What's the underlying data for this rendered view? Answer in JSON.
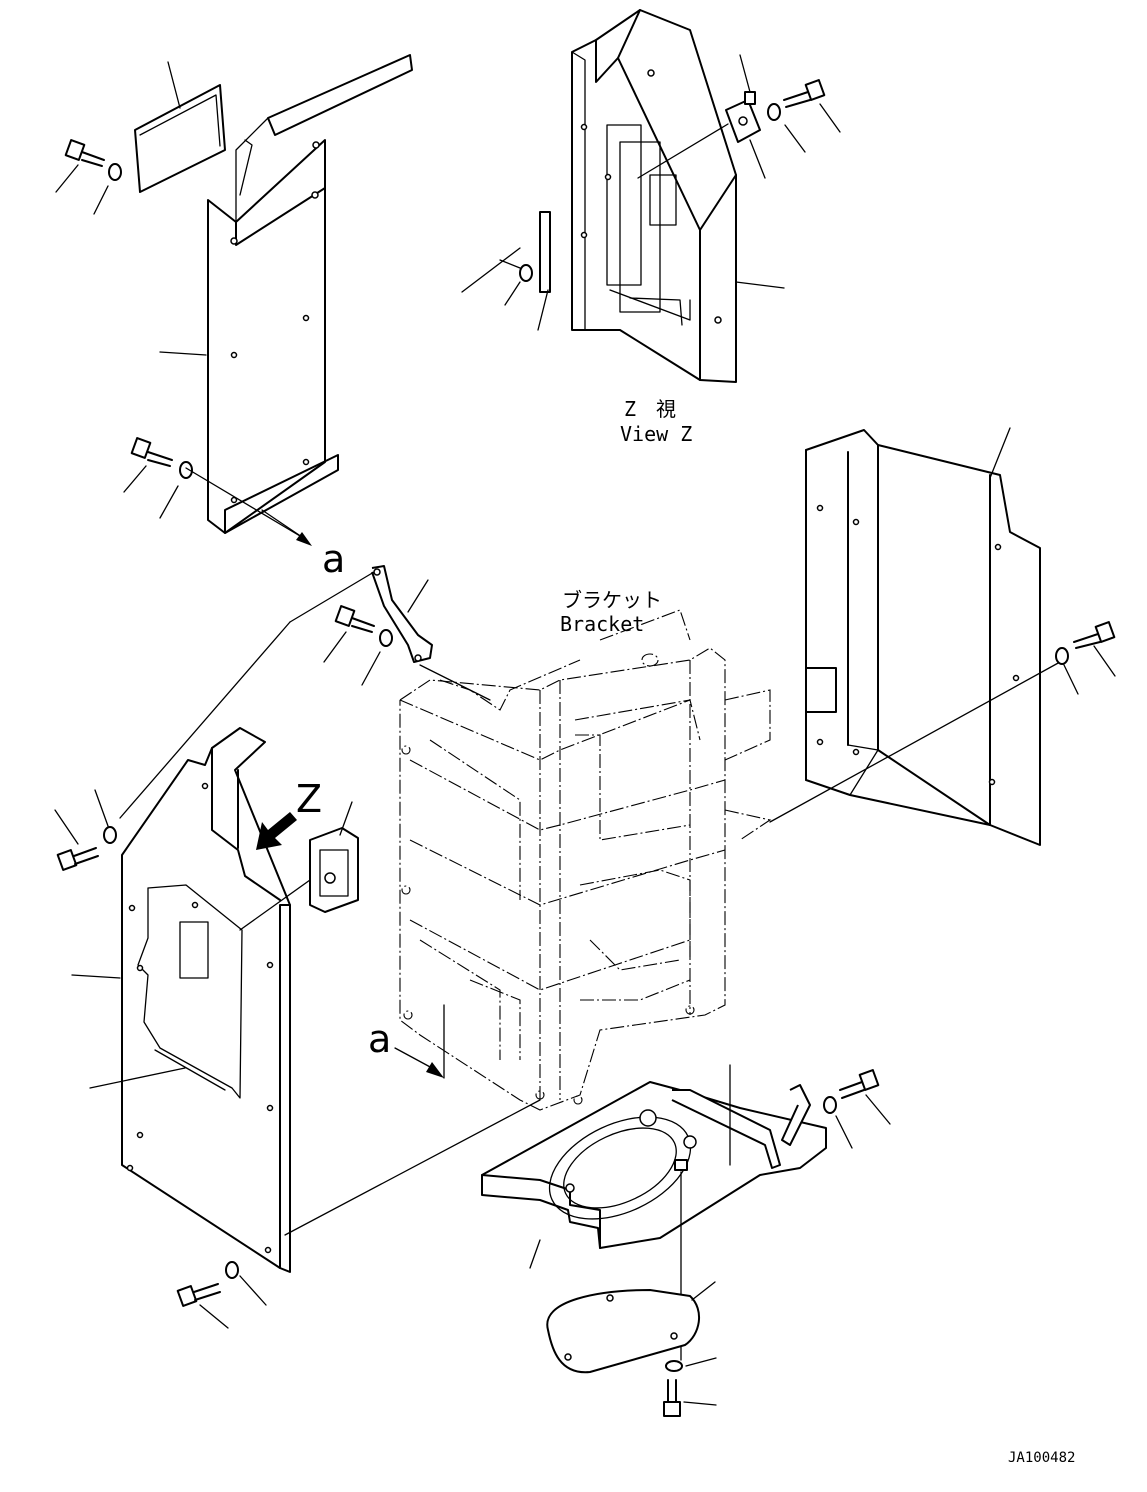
{
  "labels": {
    "view_z_jp": "Z　視",
    "view_z_en": "View Z",
    "bracket_jp": "ブラケット",
    "bracket_en": "Bracket",
    "arrow_z": "Z",
    "ref_a_top": "a",
    "ref_a_bottom": "a",
    "drawing_id": "JA100482"
  }
}
